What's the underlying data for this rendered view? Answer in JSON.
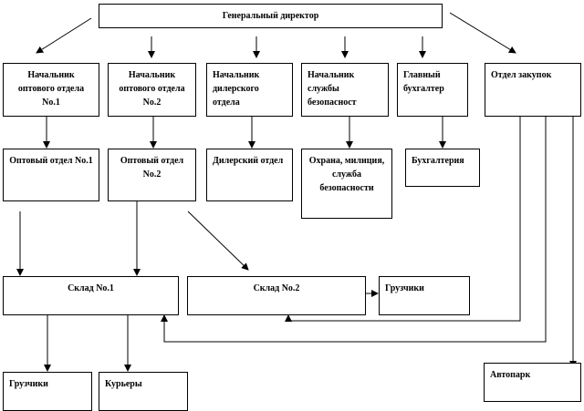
{
  "nodes": {
    "ceo": "Генеральный директор",
    "head_wholesale_1": "Начальник оптового отдела No.1",
    "head_wholesale_2": "Начальник оптового отдела No.2",
    "head_dealer": "Начальник дилерского отдела",
    "head_security": "Начальник службы безопасност",
    "chief_accountant": "Главный бухгалтер",
    "purchasing": "Отдел закупок",
    "wholesale_1": "Оптовый отдел No.1",
    "wholesale_2": "Оптовый отдел No.2",
    "dealer": "Дилерский отдел",
    "security": "Охрана, милиция, служба безопасности",
    "accounting": "Бухгалтерия",
    "warehouse_1": "Склад No.1",
    "warehouse_2": "Склад No.2",
    "loaders_2": "Грузчики",
    "loaders_1": "Грузчики",
    "couriers": "Курьеры",
    "fleet": "Автопарк"
  }
}
